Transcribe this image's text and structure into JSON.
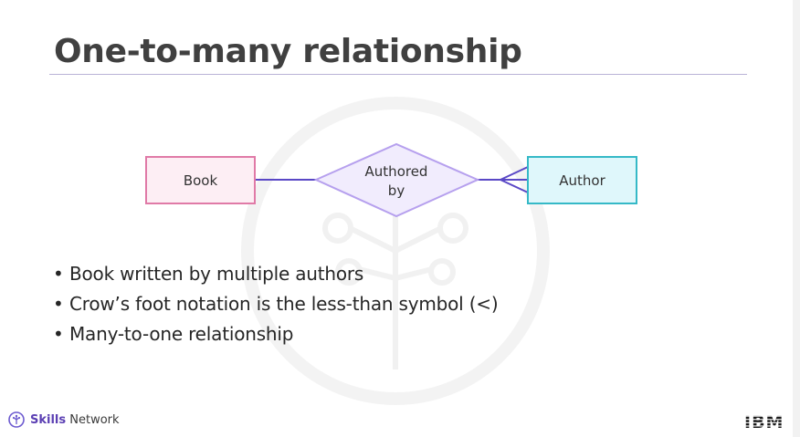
{
  "slide": {
    "title": "One-to-many relationship",
    "diagram": {
      "entity_left": "Book",
      "relationship_line1": "Authored",
      "relationship_line2": "by",
      "entity_right": "Author"
    },
    "bullets": [
      "Book written by multiple authors",
      "Crow’s foot notation is the less-than symbol (<)",
      "Many-to-one relationship"
    ]
  },
  "footer": {
    "brand_bold": "Skills",
    "brand_rest": " Network",
    "logo_icon": "skills-network-logo-icon",
    "ibm_logo": "IBM"
  },
  "colors": {
    "book_fill": "#fdeef4",
    "book_stroke": "#e07aa7",
    "relationship_fill": "#f1ecfd",
    "relationship_stroke": "#b6a0ee",
    "author_fill": "#dff7fb",
    "author_stroke": "#35b9c7",
    "connector": "#5a48c6"
  }
}
